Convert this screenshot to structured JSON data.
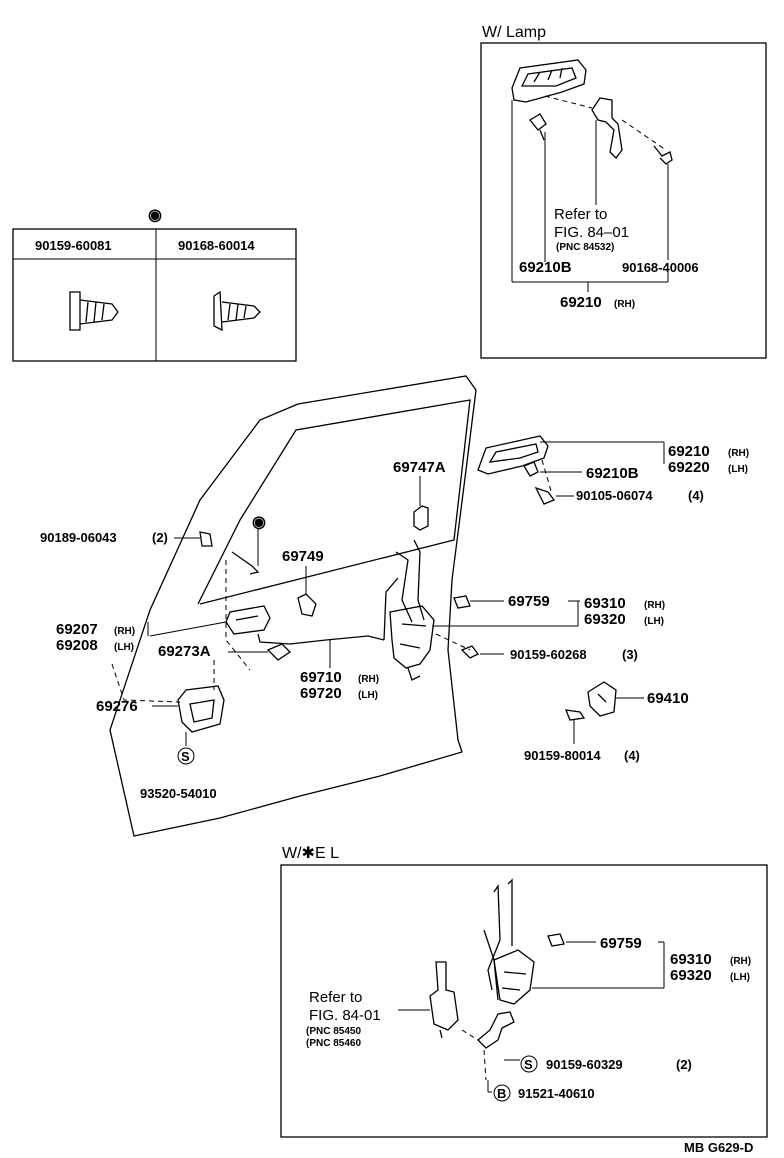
{
  "lamp_box": {
    "title": "W/ Lamp",
    "ref_line1": "Refer to",
    "ref_line2": "FIG. 84–01",
    "ref_line3": "(PNC 84532)",
    "part_69210B": "69210B",
    "part_90168_40006": "90168-40006",
    "part_69210": "69210",
    "part_69210_side": "(RH)"
  },
  "fastener_table": {
    "symbol": "◉",
    "col1": "90159-60081",
    "col2": "90168-60014"
  },
  "main": {
    "p69747A": "69747A",
    "p69210": "69210",
    "p69210_side": "(RH)",
    "p69220": "69220",
    "p69220_side": "(LH)",
    "p69210B": "69210B",
    "p90105": "90105-06074",
    "p90105_qty": "(4)",
    "p90189": "90189-06043",
    "p90189_qty": "(2)",
    "p69749": "69749",
    "p69759": "69759",
    "p69310": "69310",
    "p69310_side": "(RH)",
    "p69320": "69320",
    "p69320_side": "(LH)",
    "p69207": "69207",
    "p69207_side": "(RH)",
    "p69208": "69208",
    "p69208_side": "(LH)",
    "p69273A": "69273A",
    "p90159_60268": "90159-60268",
    "p90159_60268_qty": "(3)",
    "p69710": "69710",
    "p69710_side": "(RH)",
    "p69720": "69720",
    "p69720_side": "(LH)",
    "p69276": "69276",
    "p69410": "69410",
    "p90159_80014": "90159-80014",
    "p90159_80014_qty": "(4)",
    "sym_S": "S",
    "p93520": "93520-54010"
  },
  "el_box": {
    "title": "W/✱E L",
    "ref_line1": "Refer to",
    "ref_line2": "FIG. 84-01",
    "ref_line3": "(PNC 85450",
    "ref_line4": "(PNC 85460",
    "p69759": "69759",
    "p69310": "69310",
    "p69310_side": "(RH)",
    "p69320": "69320",
    "p69320_side": "(LH)",
    "sym_S": "S",
    "p90159_60329": "90159-60329",
    "p90159_60329_qty": "(2)",
    "sym_B": "B",
    "p91521": "91521-40610"
  },
  "footer": {
    "code": "MB G629-D"
  }
}
